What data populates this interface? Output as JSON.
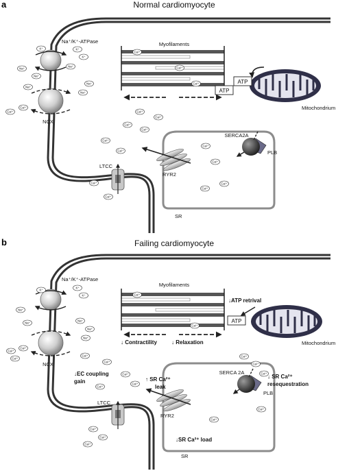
{
  "panels": [
    {
      "letter": "a",
      "title": "Normal cardiomyocyte",
      "pump": "Na⁺/K⁺-ATPase",
      "ncx": "NCX",
      "ltcc": "LTCC",
      "ryr2": "RYR2",
      "serca": "SERCA2A",
      "plb": "PLB",
      "sr": "SR",
      "myofilaments": "Myofilaments",
      "mitochondrion": "Mitochondrium",
      "atp1": "ATP",
      "atp2": "ATP"
    },
    {
      "letter": "b",
      "title": "Failing cardiomyocyte",
      "pump": "Na⁺/K⁺-ATPase",
      "ncx": "NCX",
      "ltcc": "LTCC",
      "ryr2": "RYR2",
      "serca": "SERCA 2A",
      "plb": "PLB",
      "sr": "SR",
      "myofilaments": "Myofilaments",
      "mitochondrion": "Mitochondrium",
      "atp1": "ATP",
      "contractility": "↓ Contractility",
      "relaxation": "↓ Relaxation",
      "atp_retrival": "↓ATP retrival",
      "ec_coupling_1": "↓EC coupling",
      "ec_coupling_2": "gain",
      "sr_leak_1": "↑ SR Ca²⁺",
      "sr_leak_2": "leak",
      "sr_load": "↓SR Ca²⁺ load",
      "reseq_1": "↓ SR Ca²⁺",
      "reseq_2": "resequestration"
    }
  ],
  "ions": {
    "ca": "Ca²⁺",
    "na": "Na⁺",
    "k": "K⁺"
  }
}
